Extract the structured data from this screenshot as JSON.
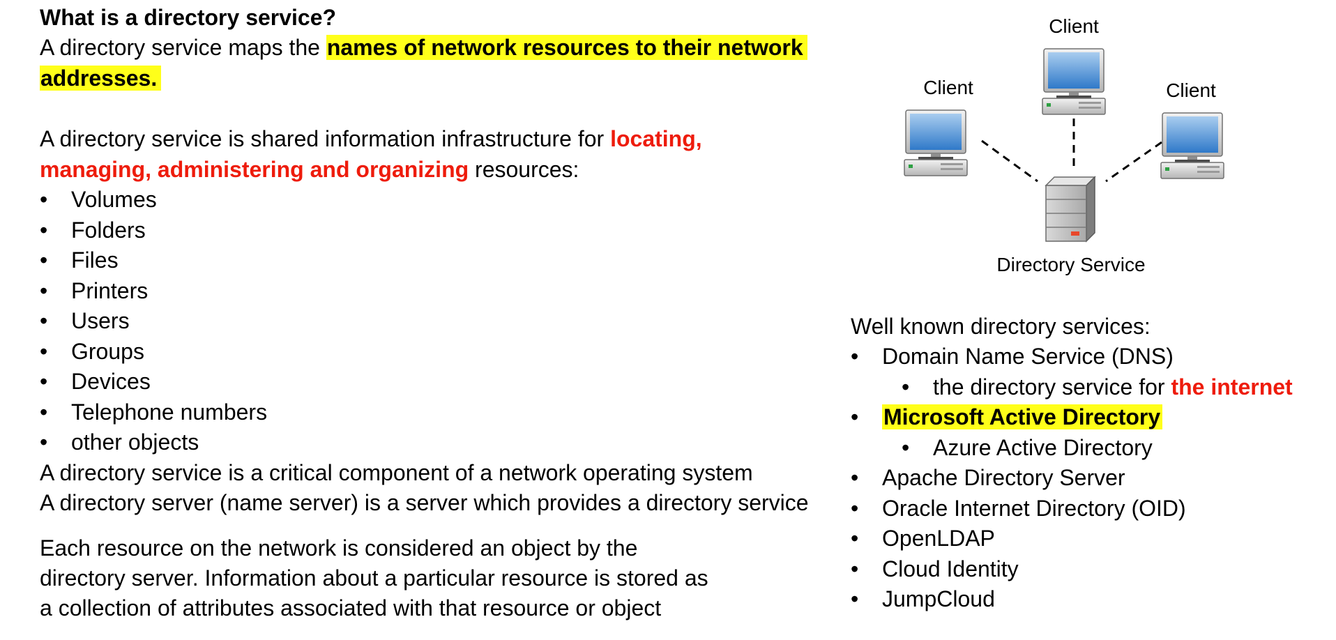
{
  "left": {
    "heading": "What is a directory service?",
    "intro_text": "A directory service maps the ",
    "intro_highlight_line1": "names of network resources to their network",
    "intro_highlight_line2": "addresses.",
    "shared_text": "A directory service is shared information infrastructure for ",
    "shared_red_line1": "locating,",
    "shared_red_line2": "managing, administering and organizing",
    "shared_tail": " resources:",
    "resources": [
      "Volumes",
      "Folders",
      "Files",
      "Printers",
      "Users",
      "Groups",
      "Devices",
      "Telephone numbers",
      "other objects"
    ],
    "critical": "A directory service is a critical component of a network operating system",
    "server_def": "A directory server (name server) is a server which provides a directory service",
    "object_lines": [
      "Each resource on the network is considered an object by the",
      "directory server. Information about a particular resource is stored as",
      "a collection of attributes associated with that resource or object"
    ]
  },
  "diagram": {
    "client_labels": [
      "Client",
      "Client",
      "Client"
    ],
    "server_label": "Directory Service",
    "icons": [
      "computer-icon",
      "server-icon"
    ]
  },
  "right": {
    "heading": "Well known directory services:",
    "items": {
      "dns": "Domain Name Service (DNS)",
      "dns_sub_text": "the directory service for ",
      "dns_sub_red": "the internet",
      "ad": "Microsoft Active Directory",
      "azure": "Azure Active Directory",
      "apache": "Apache Directory Server",
      "oracle": "Oracle Internet Directory (OID)",
      "openldap": "OpenLDAP",
      "cloud": "Cloud Identity",
      "jumpcloud": "JumpCloud"
    }
  },
  "colors": {
    "highlight": "#ffff1a",
    "emphasis_red": "#ee1c0c"
  }
}
